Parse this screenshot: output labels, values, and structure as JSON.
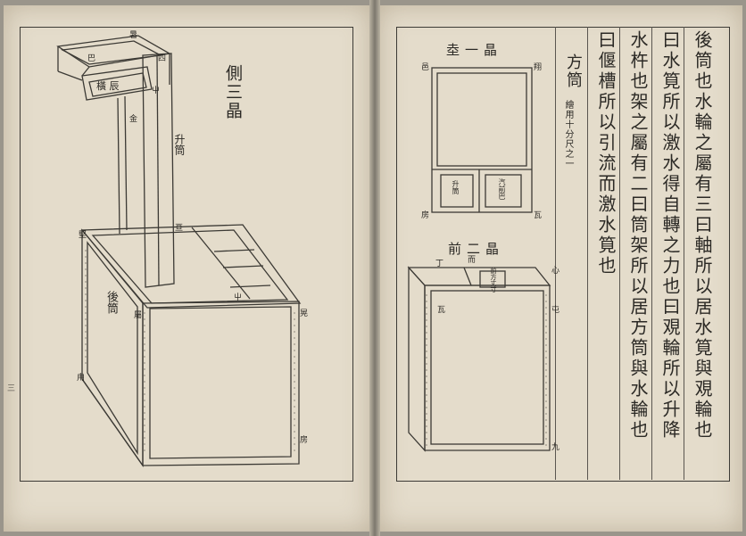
{
  "left_page": {
    "figure_title": "側三晶",
    "labels": {
      "top_back": "暑",
      "top_left": "巴",
      "top_right": "四",
      "frame_label": "橫 辰",
      "frame_right": "屮",
      "post_mid": "金",
      "post_label": "升筒",
      "box_top_left": "堅",
      "box_top_mid": "亘",
      "box_back": "後筒",
      "box_mid_a": "屬",
      "box_mid_b": "屮",
      "box_right": "晃",
      "box_left_bottom": "甪",
      "box_bottom_right": "房"
    },
    "margin_mark": "三"
  },
  "right_page": {
    "fig1_title": "坴一晶",
    "fig1_labels": {
      "top_left": "邑",
      "top_right": "翔",
      "bottom_left": "房",
      "bottom_right": "瓦",
      "inner_left": "升筒",
      "inner_right": "汽前巴"
    },
    "fig2_title": "前二晶",
    "fig2_labels": {
      "top_left": "丁",
      "top_mid": "而",
      "top_right_box": "前方丈寸",
      "top_right": "心",
      "mid_left": "瓦",
      "mid_right": "屯",
      "bottom_right": "九"
    },
    "text_columns": [
      "後筒也水輪之屬有三曰軸所以居水筧與覌輪也",
      "曰水筧所以激水得自轉之力也曰覌輪所以升降",
      "水杵也架之屬有二曰筒架所以居方筒與水輪也",
      "曰偃槽所以引流而激水筧也"
    ],
    "sub_heading": "方筒",
    "sub_note": "繪用十分尺之一"
  }
}
